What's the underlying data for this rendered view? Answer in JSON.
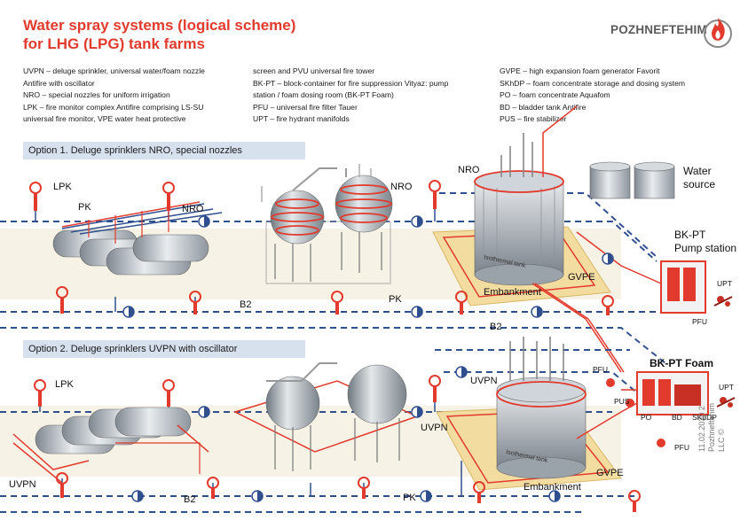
{
  "title": {
    "line1": "Water spray systems (logical scheme)",
    "line2": "for LHG (LPG) tank farms"
  },
  "logo": {
    "text": "POZHNEFTEHIM",
    "icon": "flame-icon"
  },
  "legend": {
    "col1": [
      "UVPN – deluge sprinkler, universal water/foam nozzle",
      "Antifire with oscillator",
      "NRO – special nozzles for uniform irrigation",
      "LPK – fire monitor complex Antifire comprising LS-SU",
      "universal fire monitor, VPE water heat protective"
    ],
    "col2": [
      "screen and PVU universal fire tower",
      "BK-PT – block-container for fire suppression Vityaz: pump",
      "station / foam dosing room (BK-PT Foam)",
      "PFU – universal fire filter Tauer",
      "UPT – fire hydrant manifolds"
    ],
    "col3": [
      "GVPE – high expansion foam generator Favorit",
      "SKhDP – foam concentrate storage and dosing system",
      "PO – foam concentrate Aquafom",
      "BD – bladder tank Antifire",
      "PUS – fire stabilizer"
    ]
  },
  "options": {
    "option1": "Option 1. Deluge sprinklers NRO, special nozzles",
    "option2": "Option 2. Deluge sprinklers UVPN with oscillator"
  },
  "labels": {
    "lpk1": "LPK",
    "pk1": "PK",
    "nro1": "NRO",
    "nro2": "NRO",
    "nro3": "NRO",
    "b2_1": "B2",
    "pk2": "PK",
    "b2_2": "B2",
    "gvpe1": "GVPE",
    "embankment1": "Embankment",
    "isotherm1": "Isothermal tank",
    "water_source_1": "Water",
    "water_source_2": "source",
    "bkpt_1": "BK-PT",
    "bkpt_2": "Pump station",
    "upt1": "UPT",
    "pfu1": "PFU",
    "lpk2": "LPK",
    "uvpn1": "UVPN",
    "uvpn2": "UVPN",
    "uvpn3": "UVPN",
    "b2_3": "B2",
    "pk3": "PK",
    "gvpe2": "GVPE",
    "embankment2": "Embankment",
    "isotherm2": "Isothermal tank",
    "pfu2": "PFU",
    "pus": "PUS",
    "bkpt_foam": "BK-PT Foam",
    "upt2": "UPT",
    "po": "PO",
    "bd": "BD",
    "skdp": "SKdDP",
    "pfu3": "PFU"
  },
  "footer": {
    "line1": "11.02.2020 2",
    "line2": "Pozhneftehim",
    "line3": "LLC ©"
  },
  "colors": {
    "accent": "#e23a2c",
    "pipe_blue": "#2f4f8f",
    "pipe_red": "#e23a2c",
    "embankment": "#f3dca0",
    "option_bar": "#d7e1ee"
  }
}
